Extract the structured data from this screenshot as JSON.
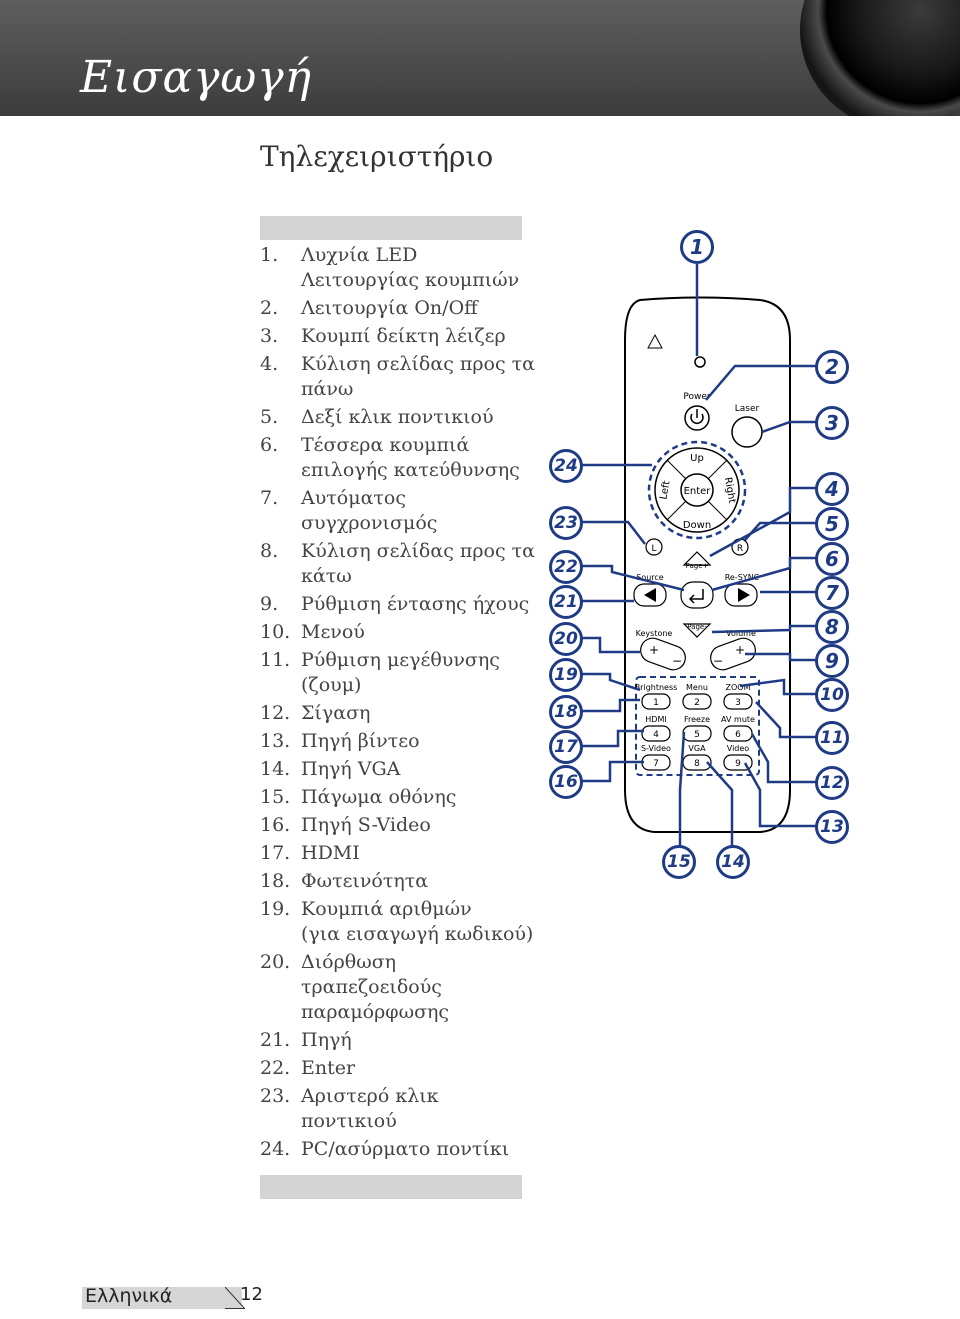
{
  "header": {
    "title": "Εισαγωγή"
  },
  "section": {
    "title": "Τηλεχειριστήριο"
  },
  "items": [
    {
      "num": "1.",
      "lines": [
        "Λυχνία LED",
        "Λειτουργίας κουμπιών"
      ]
    },
    {
      "num": "2.",
      "lines": [
        "Λειτουργία On/Off"
      ]
    },
    {
      "num": "3.",
      "lines": [
        "Κουμπί δείκτη λέιζερ"
      ]
    },
    {
      "num": "4.",
      "lines": [
        "Κύλιση σελίδας προς τα",
        "πάνω"
      ]
    },
    {
      "num": "5.",
      "lines": [
        "Δεξί κλικ ποντικιού"
      ]
    },
    {
      "num": "6.",
      "lines": [
        "Τέσσερα κουμπιά",
        "επιλογής κατεύθυνσης"
      ]
    },
    {
      "num": "7.",
      "lines": [
        "Αυτόματος",
        "συγχρονισμός"
      ]
    },
    {
      "num": "8.",
      "lines": [
        "Κύλιση σελίδας προς τα",
        "κάτω"
      ]
    },
    {
      "num": "9.",
      "lines": [
        "Ρύθμιση έντασης ήχους"
      ]
    },
    {
      "num": "10.",
      "lines": [
        "Μενού"
      ]
    },
    {
      "num": "11.",
      "lines": [
        "Ρύθμιση μεγέθυνσης",
        "(ζουμ)"
      ]
    },
    {
      "num": "12.",
      "lines": [
        "Σίγαση"
      ]
    },
    {
      "num": "13.",
      "lines": [
        "Πηγή βίντεο"
      ]
    },
    {
      "num": "14.",
      "lines": [
        "Πηγή VGA"
      ]
    },
    {
      "num": "15.",
      "lines": [
        "Πάγωμα οθόνης"
      ]
    },
    {
      "num": "16.",
      "lines": [
        "Πηγή S-Video"
      ]
    },
    {
      "num": "17.",
      "lines": [
        "HDMI"
      ]
    },
    {
      "num": "18.",
      "lines": [
        "Φωτεινότητα"
      ]
    },
    {
      "num": "19.",
      "lines": [
        "Κουμπιά αριθμών",
        "(για εισαγωγή κωδικού)"
      ]
    },
    {
      "num": "20.",
      "lines": [
        "Διόρθωση",
        "τραπεζοειδούς",
        "παραμόρφωσης"
      ]
    },
    {
      "num": "21.",
      "lines": [
        "Πηγή"
      ]
    },
    {
      "num": "22.",
      "lines": [
        "Enter"
      ]
    },
    {
      "num": "23.",
      "lines": [
        "Αριστερό κλικ",
        "ποντικιού"
      ]
    },
    {
      "num": "24.",
      "lines": [
        "PC/ασύρματο ποντίκι"
      ]
    }
  ],
  "remote": {
    "power": "Power",
    "laser": "Laser",
    "up": "Up",
    "down": "Down",
    "left": "Left",
    "right": "Right",
    "enter": "Enter",
    "l": "L",
    "r": "R",
    "page_plus": "Page+",
    "page_minus": "Page-",
    "source": "Source",
    "resync": "Re-SYNC",
    "keystone": "Keystone",
    "volume": "Volume",
    "plus": "+",
    "minus": "−",
    "brightness": "Brightness",
    "menu": "Menu",
    "zoom": "ZOOM",
    "hdmi": "HDMI",
    "freeze": "Freeze",
    "av_mute": "AV mute",
    "svideo": "S-Video",
    "vga": "VGA",
    "video": "Video",
    "n1": "1",
    "n2": "2",
    "n3": "3",
    "n4": "4",
    "n5": "5",
    "n6": "6",
    "n7": "7",
    "n8": "8",
    "n9": "9"
  },
  "callouts": [
    "1",
    "2",
    "3",
    "4",
    "5",
    "6",
    "7",
    "8",
    "9",
    "10",
    "11",
    "12",
    "13",
    "14",
    "15",
    "16",
    "17",
    "18",
    "19",
    "20",
    "21",
    "22",
    "23",
    "24"
  ],
  "colors": {
    "callout": "#1f3b86",
    "header_bg": "#4a4a4a",
    "bar": "#d4d4d4"
  },
  "footer": {
    "language": "Ελληνικά",
    "page": "12"
  }
}
